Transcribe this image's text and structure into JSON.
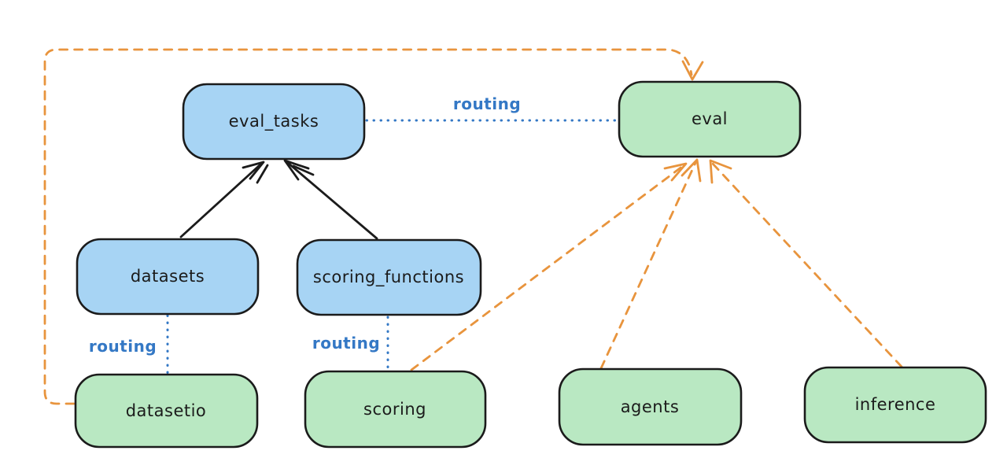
{
  "diagram": {
    "type": "flowchart",
    "style": "hand-drawn",
    "background": "#ffffff",
    "colors": {
      "blue_node_fill": "#a7d4f4",
      "green_node_fill": "#b9e8c2",
      "node_stroke": "#1b1b1b",
      "solid_arrow": "#1b1b1b",
      "dashed_arrow_orange": "#e8943d",
      "dotted_line_blue": "#3478c5",
      "routing_text_blue": "#3478c5"
    },
    "nodes": [
      {
        "id": "eval_tasks",
        "label": "eval_tasks",
        "color": "blue"
      },
      {
        "id": "eval",
        "label": "eval",
        "color": "green"
      },
      {
        "id": "datasets",
        "label": "datasets",
        "color": "blue"
      },
      {
        "id": "scoring_functions",
        "label": "scoring_functions",
        "color": "blue"
      },
      {
        "id": "datasetio",
        "label": "datasetio",
        "color": "green"
      },
      {
        "id": "scoring",
        "label": "scoring",
        "color": "green"
      },
      {
        "id": "agents",
        "label": "agents",
        "color": "green"
      },
      {
        "id": "inference",
        "label": "inference",
        "color": "green"
      }
    ],
    "edges": [
      {
        "from": "datasets",
        "to": "eval_tasks",
        "style": "solid-black-arrow",
        "label": ""
      },
      {
        "from": "scoring_functions",
        "to": "eval_tasks",
        "style": "solid-black-arrow",
        "label": ""
      },
      {
        "from": "eval_tasks",
        "to": "eval",
        "style": "dotted-blue",
        "label": "routing"
      },
      {
        "from": "datasets",
        "to": "datasetio",
        "style": "dotted-blue",
        "label": "routing"
      },
      {
        "from": "scoring_functions",
        "to": "scoring",
        "style": "dotted-blue",
        "label": "routing"
      },
      {
        "from": "datasetio",
        "to": "eval",
        "style": "dashed-orange-arrow",
        "label": ""
      },
      {
        "from": "scoring",
        "to": "eval",
        "style": "dashed-orange-arrow",
        "label": ""
      },
      {
        "from": "agents",
        "to": "eval",
        "style": "dashed-orange-arrow",
        "label": ""
      },
      {
        "from": "inference",
        "to": "eval",
        "style": "dashed-orange-arrow",
        "label": ""
      }
    ]
  }
}
